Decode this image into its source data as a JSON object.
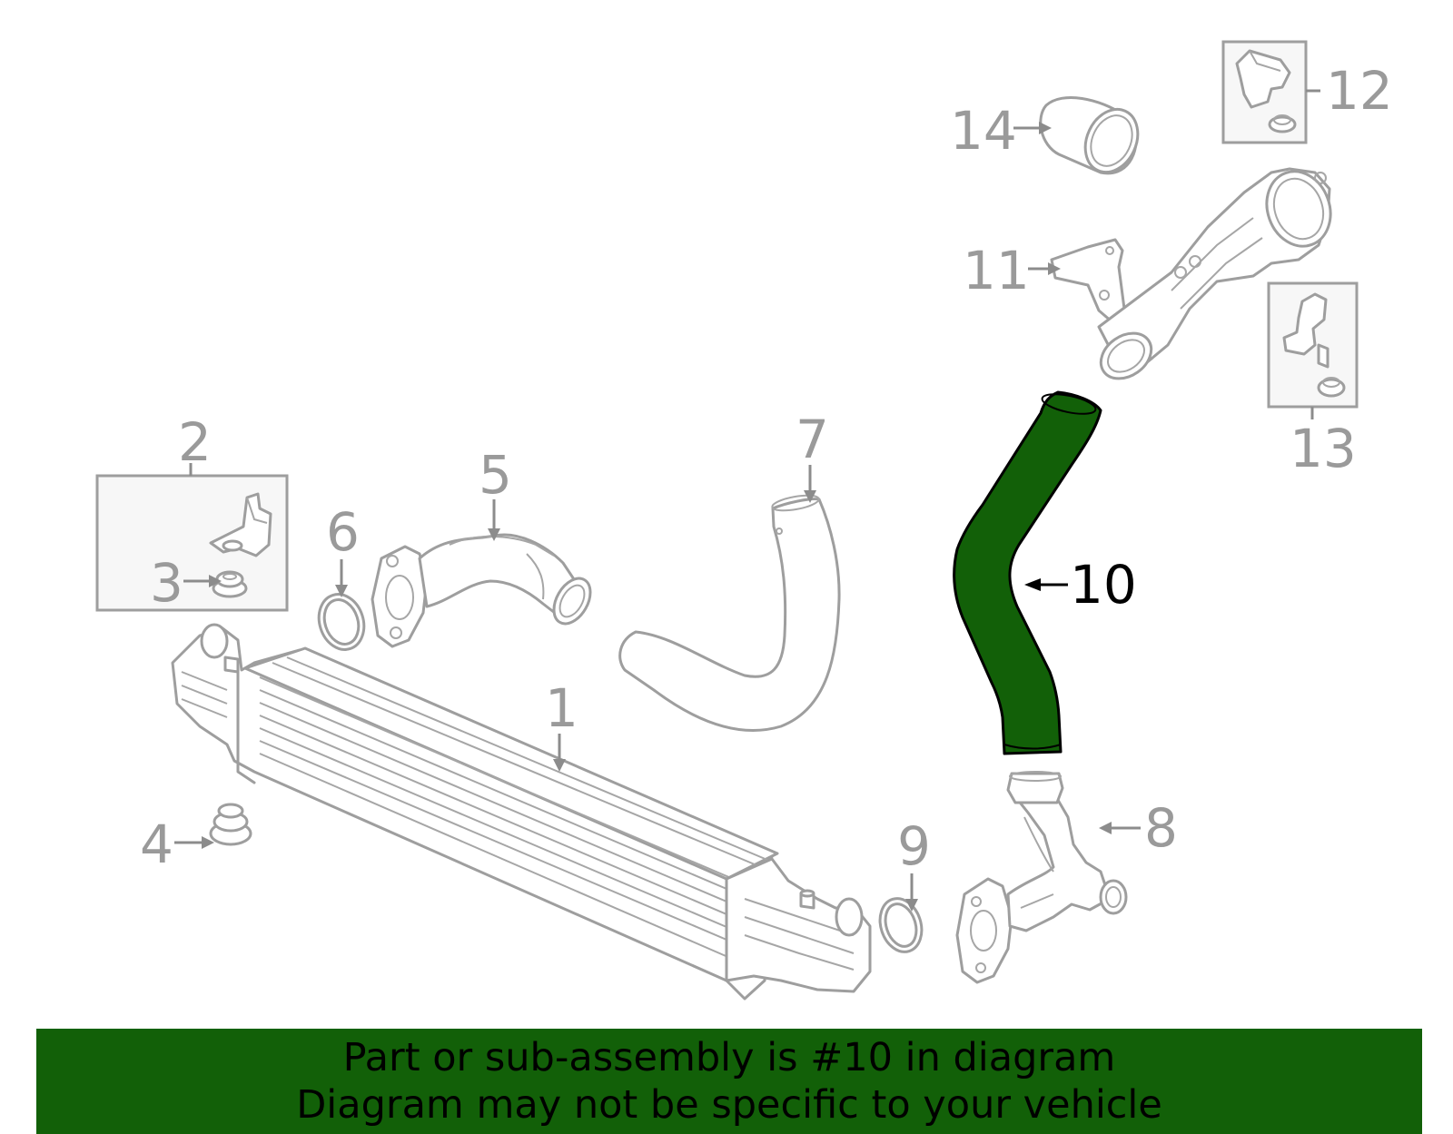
{
  "callouts": {
    "c1": "1",
    "c2": "2",
    "c3": "3",
    "c4": "4",
    "c5": "5",
    "c6": "6",
    "c7": "7",
    "c8": "8",
    "c9": "9",
    "c10": "10",
    "c11": "11",
    "c12": "12",
    "c13": "13",
    "c14": "14"
  },
  "highlighted_part": "10",
  "colors": {
    "highlight_fill": "#126008",
    "banner_background": "#126008",
    "part_line": "#9e9e9e",
    "label_text": "#9a9a9a",
    "active_label": "#000000"
  },
  "banner": {
    "line1": "Part or sub-assembly is #10 in diagram",
    "line2": "Diagram may not be specific to your vehicle"
  }
}
